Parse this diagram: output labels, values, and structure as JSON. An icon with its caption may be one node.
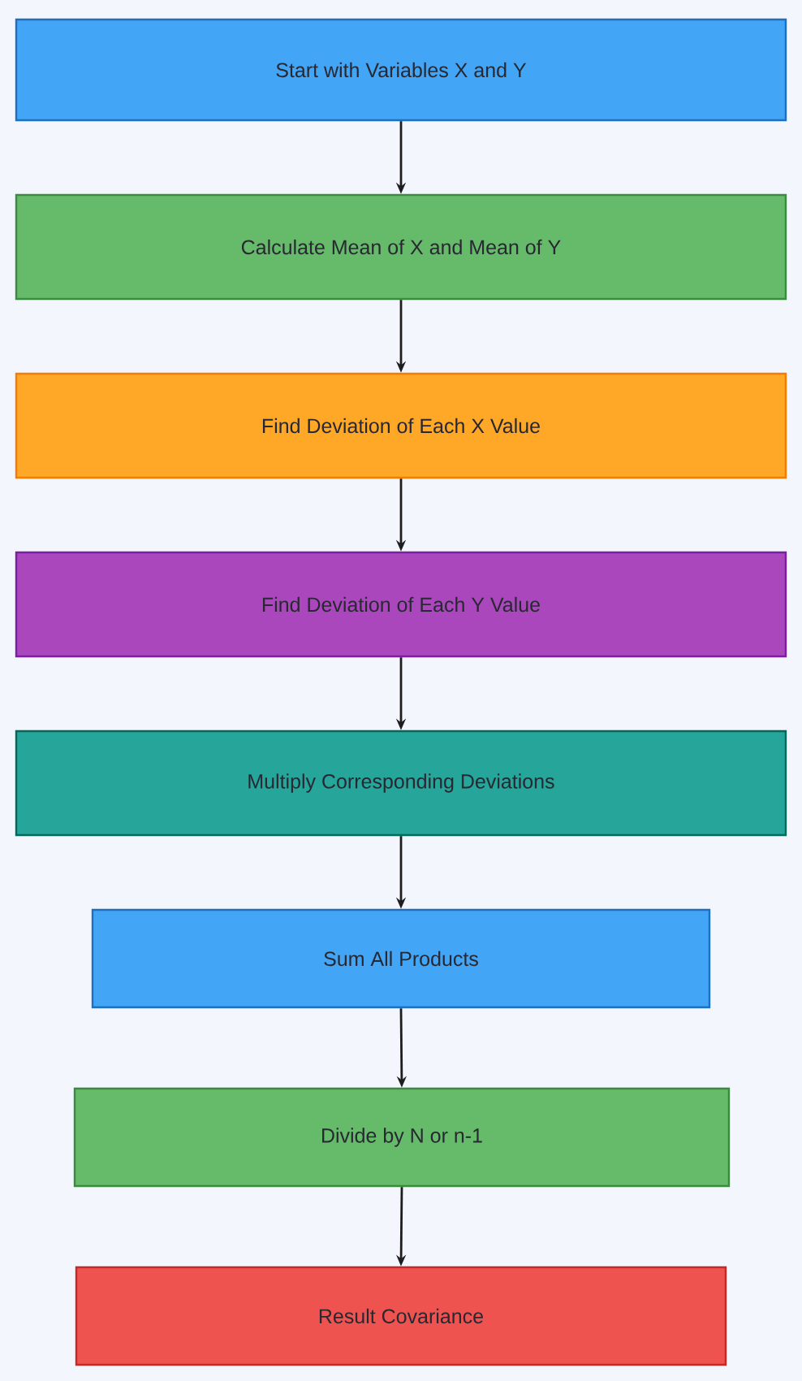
{
  "diagram": {
    "nodes": [
      {
        "text": [
          "Start with Variables X and Y"
        ]
      },
      {
        "text": [
          "Calculate Mean of X and Mean of Y"
        ]
      },
      {
        "text": [
          "Find Deviation of Each X Value"
        ]
      },
      {
        "text": [
          "Find Deviation of Each Y Value"
        ]
      },
      {
        "text": [
          "Multiply Corresponding Deviations"
        ]
      },
      {
        "text": [
          "Sum All Products"
        ]
      },
      {
        "text": [
          "Divide by N or n-1"
        ]
      },
      {
        "text": [
          "Result Covariance"
        ]
      }
    ],
    "edges": [
      {
        "from": 0,
        "to": 1,
        "arrow": "to"
      },
      {
        "from": 1,
        "to": 2,
        "arrow": "to"
      },
      {
        "from": 2,
        "to": 3,
        "arrow": "to"
      },
      {
        "from": 3,
        "to": 4,
        "arrow": "to"
      },
      {
        "from": 4,
        "to": 5,
        "arrow": "to"
      },
      {
        "from": 5,
        "to": 6,
        "arrow": "to"
      },
      {
        "from": 6,
        "to": 7,
        "arrow": "to"
      }
    ]
  }
}
